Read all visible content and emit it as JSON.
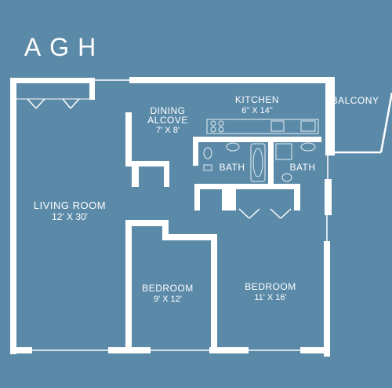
{
  "title": "AGH",
  "rooms": {
    "kitchen": {
      "name": "KITCHEN",
      "size": "6\" X 14\""
    },
    "balcony": {
      "name": "BALCONY"
    },
    "dining": {
      "name_line1": "DINING",
      "name_line2": "ALCOVE",
      "size": "7' X 8'"
    },
    "bath_left": {
      "name": "BATH"
    },
    "bath_right": {
      "name": "BATH"
    },
    "living": {
      "name": "LIVING ROOM",
      "size": "12' X 30'"
    },
    "bedroom_small": {
      "name": "BEDROOM",
      "size": "9' X 12'"
    },
    "bedroom_large": {
      "name": "BEDROOM",
      "size": "11' X 16'"
    }
  },
  "colors": {
    "background": "#5b8aa8",
    "walls": "#ffffff"
  }
}
